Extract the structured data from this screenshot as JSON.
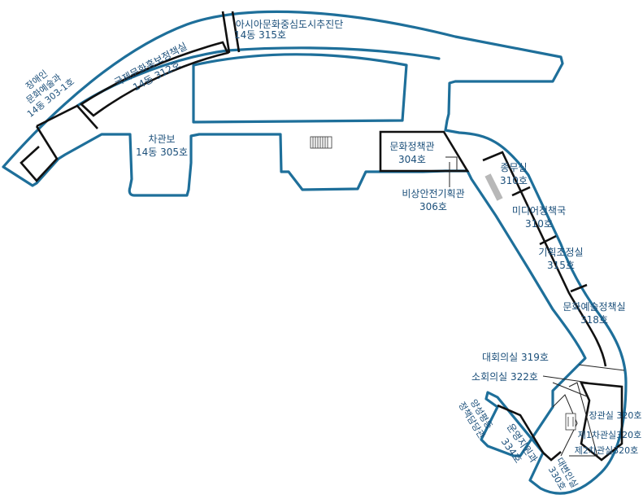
{
  "rooms": {
    "asia_center": {
      "line1": "아시아문화중심도시추진단",
      "line2": "14동 315호"
    },
    "intl_pr": {
      "line1": "국제문화홍보정책실",
      "line2": "14동 312호"
    },
    "disability": {
      "line1": "장애인",
      "line2": "문화예술과",
      "line3": "14동 303-1호"
    },
    "vice_minister": {
      "line1": "차관보",
      "line2": "14동 305호"
    },
    "culture_policy": {
      "line1": "문화정책관",
      "line2": "304호"
    },
    "emergency": {
      "line1": "비상안전기획관",
      "line2": "306호"
    },
    "general_affairs": {
      "line1": "종무실",
      "line2": "310호"
    },
    "media_policy": {
      "line1": "미디어정책국",
      "line2": "310호"
    },
    "planning": {
      "line1": "기획조정실",
      "line2": "315호"
    },
    "arts_policy": {
      "line1": "문화예술정책실",
      "line2": "318호"
    },
    "large_conf": {
      "label": "대회의실 319호"
    },
    "small_conf": {
      "label": "소회의실 322호"
    },
    "minister": {
      "label": "장관실 320호"
    },
    "vice1": {
      "label": "제1차관실320호"
    },
    "vice2": {
      "label": "제2차관실320호"
    },
    "gender": {
      "line1": "양성평등",
      "line2": "정책담당관"
    },
    "operations": {
      "line1": "운영지원과",
      "line2": "334호"
    },
    "spokesperson": {
      "line1": "대변인실",
      "line2": "330호"
    }
  }
}
